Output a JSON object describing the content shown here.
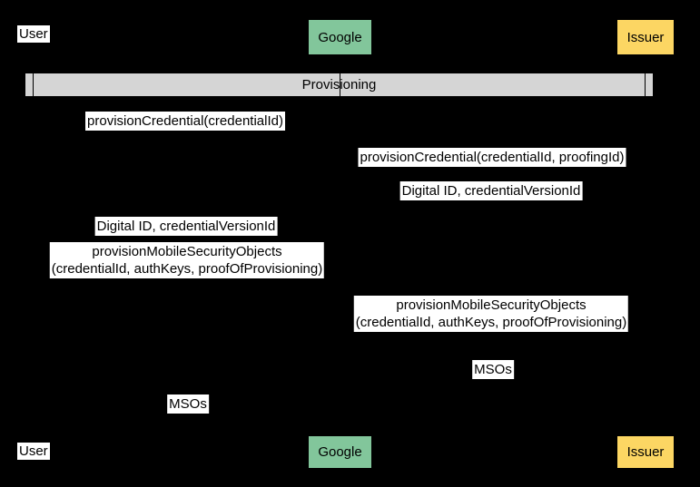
{
  "colors": {
    "background": "#000000",
    "google_fill": "#82c69b",
    "issuer_fill": "#fcd663",
    "user_label_fill": "#ffffff",
    "band_fill": "#d5d5d5",
    "message_label_fill": "#ffffff",
    "text": "#000000"
  },
  "actors": [
    {
      "id": "user",
      "label": "User"
    },
    {
      "id": "google",
      "label": "Google"
    },
    {
      "id": "issuer",
      "label": "Issuer"
    }
  ],
  "band": {
    "label": "Provisioning"
  },
  "messages": [
    {
      "lines": [
        "provisionCredential(credentialId)"
      ]
    },
    {
      "lines": [
        "provisionCredential(credentialId, proofingId)"
      ]
    },
    {
      "lines": [
        "Digital ID, credentialVersionId"
      ]
    },
    {
      "lines": [
        "Digital ID, credentialVersionId"
      ]
    },
    {
      "lines": [
        "provisionMobileSecurityObjects",
        "(credentialId, authKeys, proofOfProvisioning)"
      ]
    },
    {
      "lines": [
        "provisionMobileSecurityObjects",
        "(credentialId, authKeys, proofOfProvisioning)"
      ]
    },
    {
      "lines": [
        "MSOs"
      ]
    },
    {
      "lines": [
        "MSOs"
      ]
    }
  ]
}
